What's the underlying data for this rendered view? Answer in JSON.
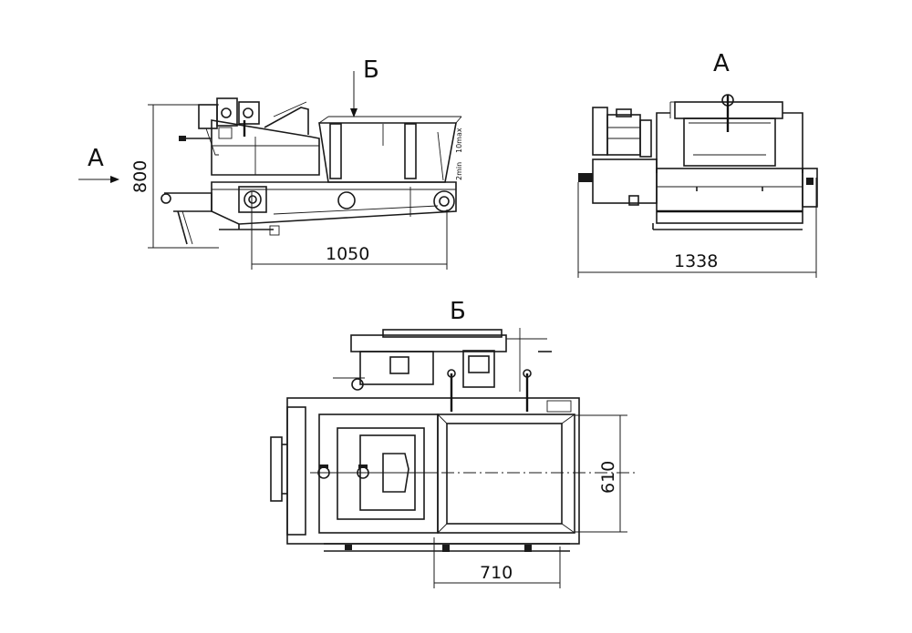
{
  "views": {
    "side_label": "Б",
    "front_label": "А",
    "top_label": "Б",
    "arrow_label": "А"
  },
  "dimensions": {
    "height": "800",
    "side_length": "1050",
    "front_width": "1338",
    "top_width": "610",
    "top_length": "710"
  },
  "annotations": {
    "gap_min": "2min",
    "gap_max": "10max"
  }
}
